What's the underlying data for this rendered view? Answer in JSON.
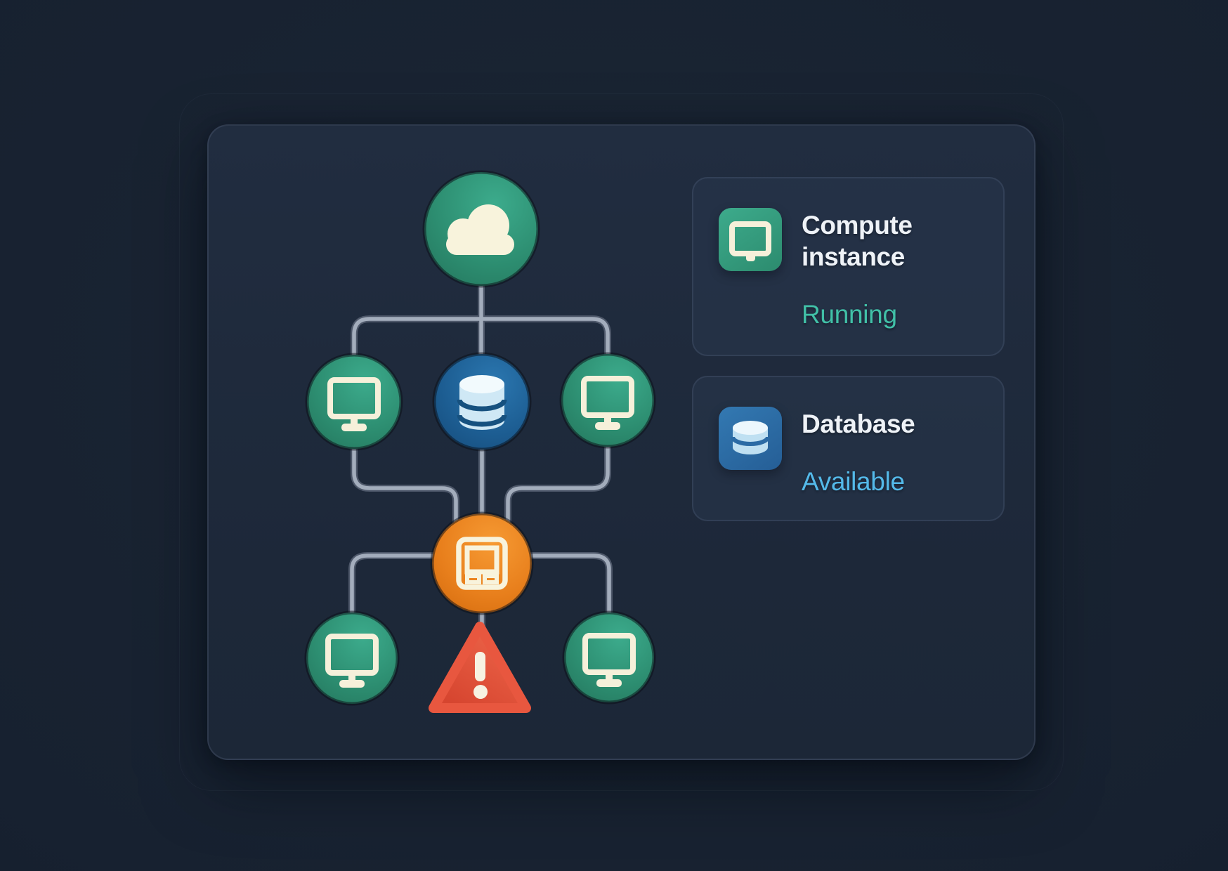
{
  "panel": {
    "type": "cloud-infrastructure-illustration"
  },
  "legend": {
    "cards": [
      {
        "id": "compute-instance",
        "title": "Compute instance",
        "status": "Running",
        "status_color": "#41c0a7",
        "icon": "monitor-icon",
        "icon_bg": "#35a083"
      },
      {
        "id": "database",
        "title": "Database",
        "status": "Available",
        "status_color": "#54b9e9",
        "icon": "database-icon",
        "icon_bg": "#2e74ae"
      }
    ]
  },
  "diagram": {
    "nodes": [
      {
        "id": "cloud",
        "icon": "cloud-icon",
        "color": "#2e9076"
      },
      {
        "id": "compute-1",
        "icon": "monitor-icon",
        "color": "#2e8e72"
      },
      {
        "id": "database",
        "icon": "database-cylinder-icon",
        "color": "#1d5e93"
      },
      {
        "id": "compute-2",
        "icon": "monitor-icon",
        "color": "#2e8e72"
      },
      {
        "id": "server",
        "icon": "server-icon",
        "color": "#e87f1c"
      },
      {
        "id": "compute-3",
        "icon": "monitor-icon",
        "color": "#2e8e72"
      },
      {
        "id": "warning",
        "icon": "warning-triangle-icon",
        "color": "#e0503c"
      },
      {
        "id": "compute-4",
        "icon": "monitor-icon",
        "color": "#2e8e72"
      }
    ],
    "connector_color": "#a3adbc"
  },
  "colors": {
    "page_bg": "#172130",
    "panel_bg": "#1d2839",
    "card_bg": "#28364c",
    "title_text": "#eef2f7",
    "icon_cream": "#f6f0da",
    "status_running": "#41c0a7",
    "status_available": "#54b9e9"
  }
}
